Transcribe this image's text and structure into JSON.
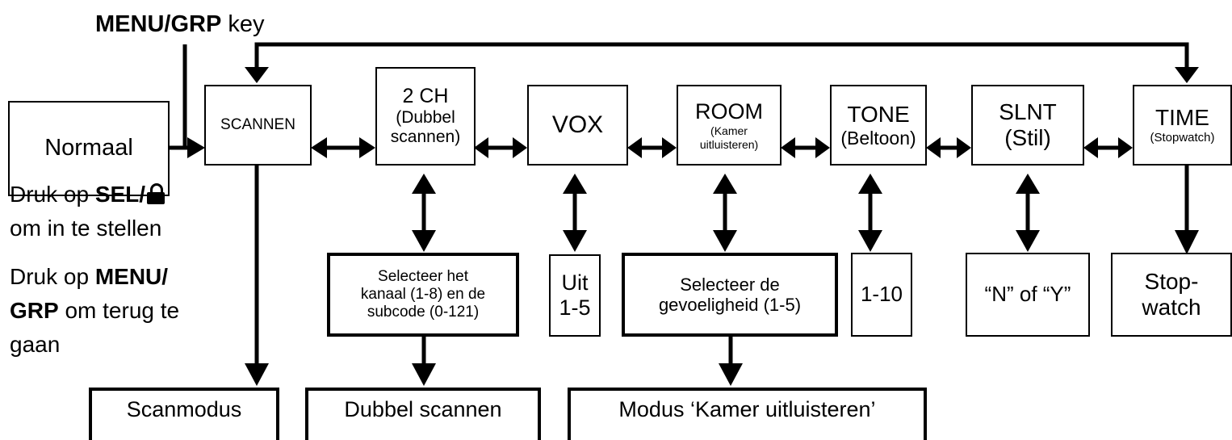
{
  "header_label": {
    "bold": "MENU/GRP",
    "rest": " key"
  },
  "start_box": "Normaal",
  "menu": {
    "scan": "SCANNEN",
    "dual": {
      "title": "2 CH",
      "line2": "(Dubbel",
      "line3": "scannen)"
    },
    "vox": "VOX",
    "room": {
      "title": "ROOM",
      "line2": "(Kamer",
      "line3": "uitluisteren)"
    },
    "tone": {
      "title": "TONE",
      "line2": "(Beltoon)"
    },
    "slnt": {
      "title": "SLNT",
      "line2": "(Stil)"
    },
    "time": {
      "title": "TIME",
      "line2": "(Stopwatch)"
    }
  },
  "settings": {
    "dual": [
      "Selecteer het",
      "kanaal (1-8) en de",
      "subcode (0-121)"
    ],
    "vox": [
      "Uit",
      "1-5"
    ],
    "room": [
      "Selecteer de",
      "gevoeligheid (1-5)"
    ],
    "tone": "1-10",
    "slnt": "“N” of “Y”",
    "time": [
      "Stop-",
      "watch"
    ]
  },
  "results": {
    "scan": "Scanmodus",
    "dual": "Dubbel scannen",
    "room": "Modus ‘Kamer uitluisteren’"
  },
  "instructions": {
    "set": {
      "pre": "Druk op ",
      "bold": "SEL/",
      "line2": "om in te stellen",
      "lock_icon": "lock-icon"
    },
    "back": {
      "pre": "Druk op ",
      "bold1": "MENU/",
      "bold2": "GRP",
      "post": " om terug te",
      "line3": "gaan"
    }
  }
}
